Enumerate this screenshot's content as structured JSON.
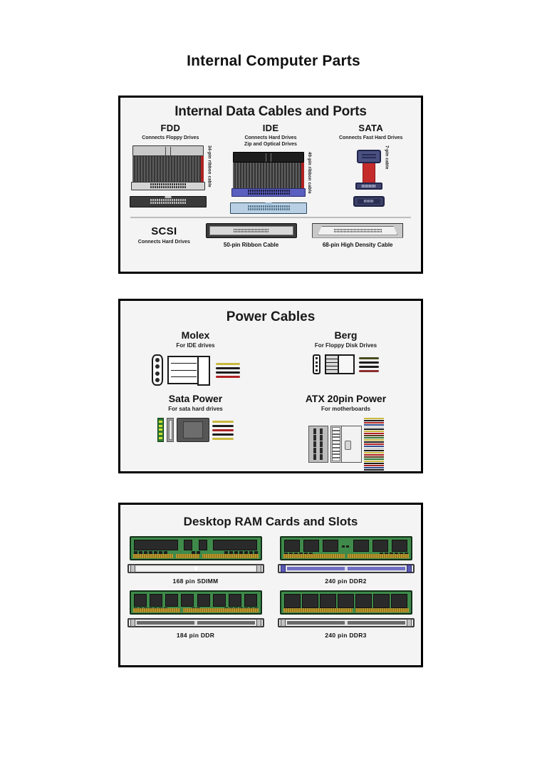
{
  "page": {
    "title": "Internal Computer Parts"
  },
  "panels": {
    "cables": {
      "title": "Internal Data Cables and Ports",
      "columns": [
        {
          "name": "FDD",
          "subtitle": "Connects Floppy Drives",
          "cable_label": "34-pin ribbon cable"
        },
        {
          "name": "IDE",
          "subtitle": "Connects Hard Drives\nZip and Optical Drives",
          "subtitle_line1": "Connects Hard Drives",
          "subtitle_line2": "Zip and Optical Drives",
          "cable_label": "40-pin ribbon cable"
        },
        {
          "name": "SATA",
          "subtitle": "Connects Fast Hard Drives",
          "cable_label": "7-pin cable"
        }
      ],
      "scsi": {
        "name": "SCSI",
        "subtitle": "Connects Hard Drives",
        "items": [
          {
            "caption": "50-pin Ribbon Cable"
          },
          {
            "caption": "68-pin High Density Cable"
          }
        ]
      }
    },
    "power": {
      "title": "Power Cables",
      "items": [
        {
          "name": "Molex",
          "subtitle": "For IDE drives",
          "wire_colors": [
            "#c9b83c",
            "#1d1d1d",
            "#1d1d1d",
            "#b02222"
          ]
        },
        {
          "name": "Berg",
          "subtitle": "For Floppy Disk Drives",
          "wire_colors": [
            "#4a4a1e",
            "#1d1d1d",
            "#1d1d1d",
            "#8a2f2f"
          ]
        },
        {
          "name": "Sata Power",
          "subtitle": "For sata hard drives",
          "wire_colors": [
            "#c9b83c",
            "#1d1d1d",
            "#b02222",
            "#1d1d1d",
            "#c9b83c"
          ]
        },
        {
          "name": "ATX 20pin Power",
          "subtitle": "For motherboards",
          "wire_colors": [
            "#c9b83c",
            "#1d1d1d",
            "#b02222",
            "#2f4f8f",
            "#d2d2d2",
            "#1d1d1d",
            "#c9b83c",
            "#b02222",
            "#5a3a1a",
            "#2f7a3a"
          ]
        }
      ]
    },
    "ram": {
      "title": "Desktop RAM Cards and Slots",
      "items": [
        {
          "caption": "168 pin SDIMM",
          "slot_color": "#f2f2f2",
          "chip_count": 3
        },
        {
          "caption": "240 pin DDR2",
          "slot_color": "#6f6fc4",
          "chip_count": 6
        },
        {
          "caption": "184 pin DDR",
          "slot_color": "#6a6a6a",
          "chip_count": 8
        },
        {
          "caption": "240 pin DDR3",
          "slot_color": "#6a6a6a",
          "chip_count": 7
        }
      ]
    }
  },
  "colors": {
    "panel_bg": "#f4f4f4",
    "panel_border": "#000000",
    "ram_green": "#3f8a4a",
    "cable_red_stripe": "#b02222",
    "sata_blue": "#4a5080"
  }
}
